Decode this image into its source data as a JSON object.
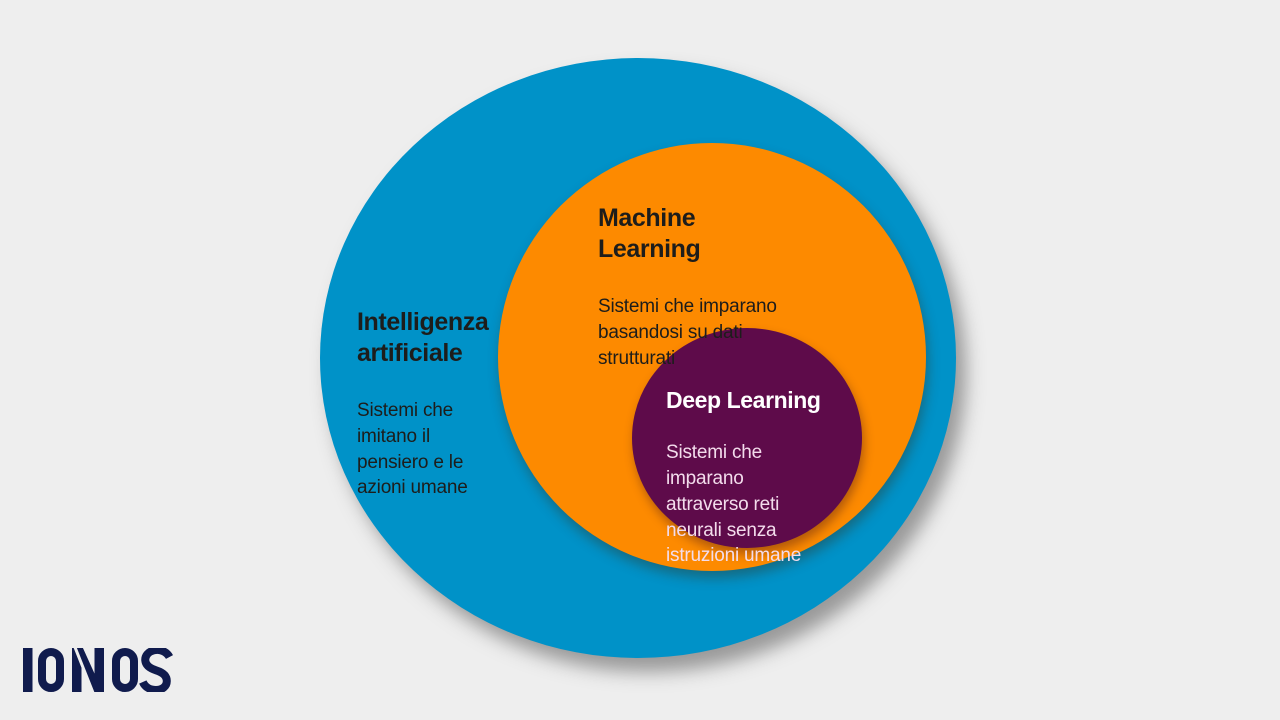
{
  "page": {
    "background_color": "#eeeeee"
  },
  "diagram": {
    "type": "nested-venn",
    "circles": {
      "ai": {
        "name": "Intelligenza artificiale",
        "title": "Intelligenza\nartificiale",
        "description": "Sistemi che\nimitano il\npensiero e le\nazioni umane",
        "color": "#0092c8",
        "text_color": "#1d1d1b"
      },
      "ml": {
        "name": "Machine Learning",
        "title": "Machine\nLearning",
        "description": "Sistemi che imparano\nbasandosi su dati\nstrutturati",
        "color": "#fd8a00",
        "text_color": "#1d1d1b"
      },
      "dl": {
        "name": "Deep Learning",
        "title": "Deep Learning",
        "description": "Sistemi che\nimparano\nattraverso reti\nneurali senza\nistruzioni umane",
        "color": "#5e0b4a",
        "title_color": "#ffffff",
        "text_color": "#f3dcec"
      }
    }
  },
  "logo": {
    "text": "IONOS",
    "color": "#101b4d"
  }
}
